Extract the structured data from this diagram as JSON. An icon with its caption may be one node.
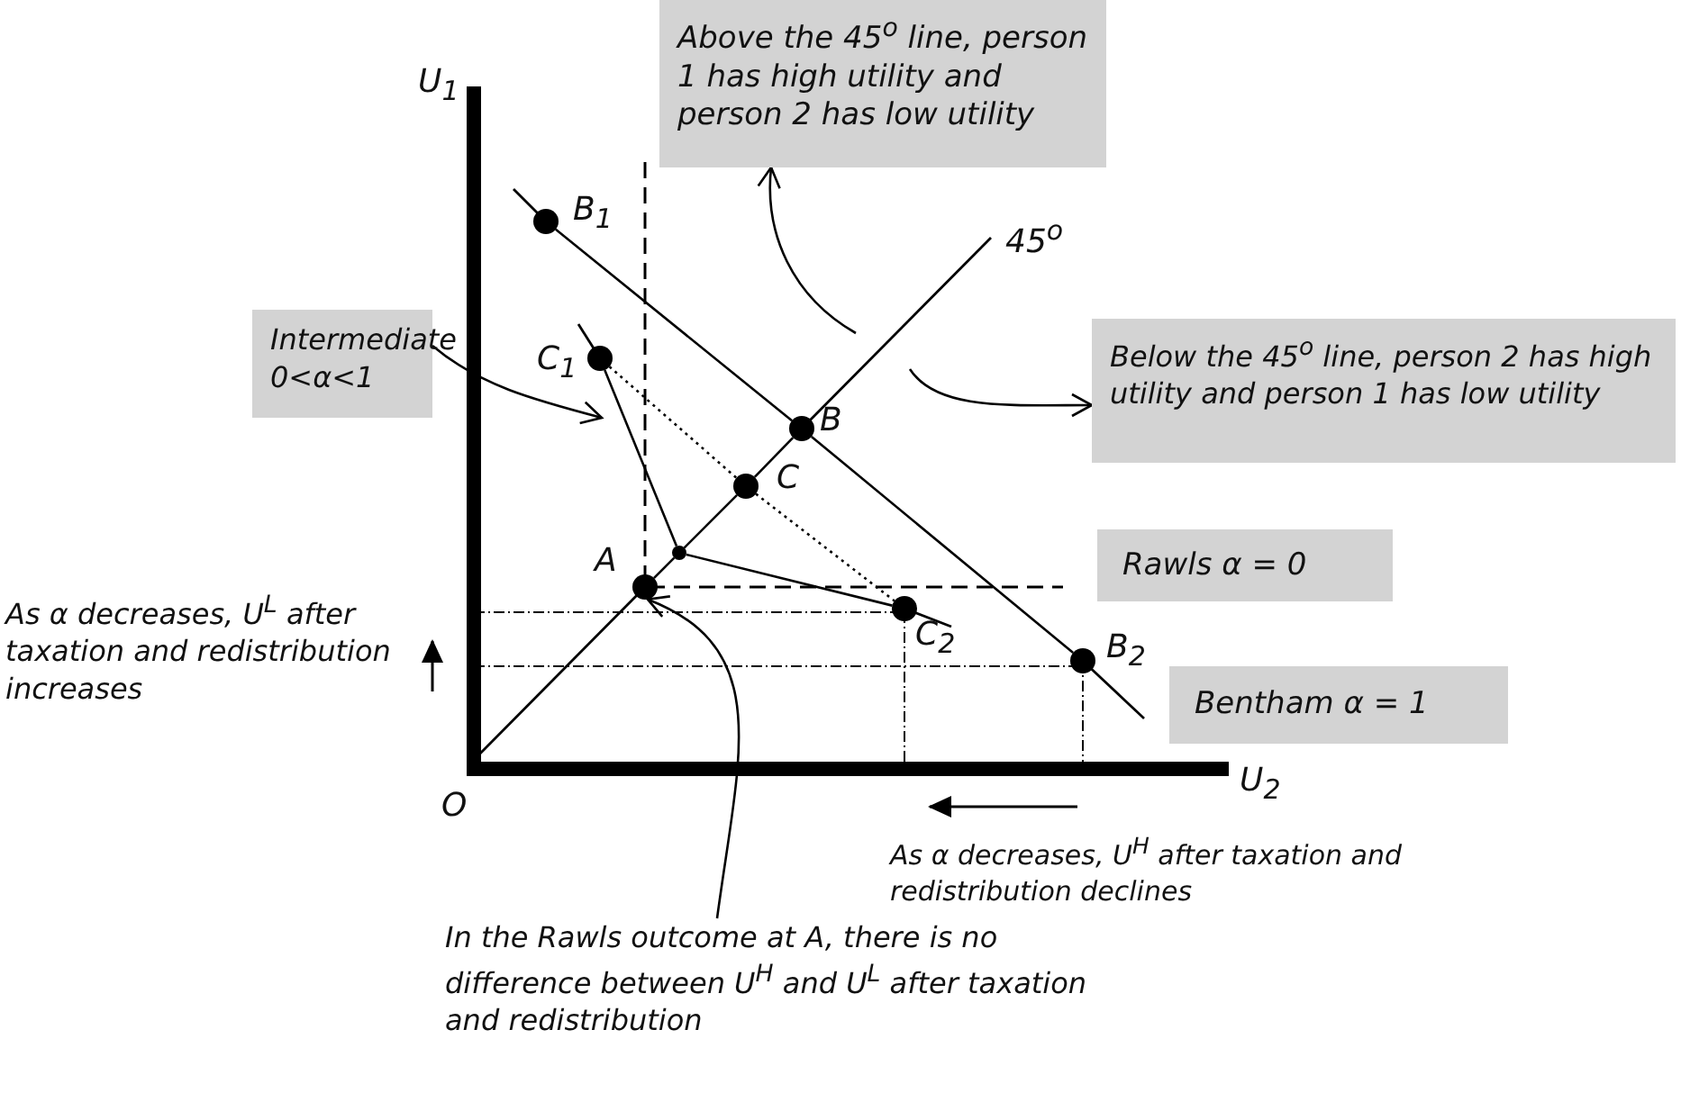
{
  "diagram": {
    "nodes": [
      {
        "text": [
          "Above the 45$^{o}$ line, person 1 has high utility and person 2 has low utility"
        ]
      },
      {
        "text": [
          "Below the 45$^{o}$ line, person 2 has high utility and person 1 has low utility"
        ]
      },
      {
        "text": [
          "Intermediate 0<α<1"
        ]
      },
      {
        "text": [
          "Rawls α = 0"
        ]
      },
      {
        "text": [
          "Bentham α = 1"
        ]
      },
      {
        "text": [],
        "shape": "circle",
        "beside": [
          "B$_{1}$"
        ]
      },
      {
        "text": [],
        "shape": "circle",
        "beside": [
          "C$_{1}$"
        ]
      },
      {
        "text": [],
        "shape": "circle",
        "beside": [
          "B"
        ]
      },
      {
        "text": [],
        "shape": "circle",
        "beside": [
          "C"
        ]
      },
      {
        "text": [],
        "shape": "circle"
      },
      {
        "text": [],
        "shape": "circle",
        "beside": [
          "A"
        ]
      },
      {
        "text": [],
        "shape": "circle",
        "beside": [
          "C$_{2}$"
        ]
      },
      {
        "text": [],
        "shape": "circle",
        "beside": [
          "B$_{2}$"
        ]
      },
      {
        "text": [
          "In the Rawls outcome at A, there is no difference between U$^{H}$ and U$^{L}$ after taxation and redistribution"
        ]
      }
    ],
    "edges": [
      {
        "from": null,
        "to": 0,
        "arrow": "to"
      },
      {
        "from": null,
        "to": 1,
        "arrow": "to"
      },
      {
        "from": 2,
        "to": null,
        "arrow": "to"
      },
      {
        "from": 13,
        "to": 10,
        "arrow": "to"
      },
      {
        "from": 5,
        "to": 7,
        "arrow": "none"
      },
      {
        "from": 7,
        "to": 12,
        "arrow": "none"
      },
      {
        "from": 6,
        "to": 9,
        "arrow": "none"
      },
      {
        "from": 9,
        "to": 11,
        "arrow": "none"
      },
      {
        "from": 6,
        "to": 8,
        "arrow": "none",
        "style": "dashed"
      },
      {
        "from": 8,
        "to": 11,
        "arrow": "none",
        "style": "dashed"
      },
      {
        "from": 10,
        "to": 9,
        "arrow": "none"
      },
      {
        "from": 9,
        "to": 8,
        "arrow": "none"
      },
      {
        "from": 8,
        "to": 7,
        "arrow": "none"
      }
    ],
    "labels": [
      "U$_{1}$",
      "45$^{o}$",
      "As α decreases, U$^{L}$ after taxation and redistribution increases",
      "O",
      "U$_{2}$",
      "As α decreases, U$^{H}$ after taxation and redistribution declines"
    ]
  }
}
